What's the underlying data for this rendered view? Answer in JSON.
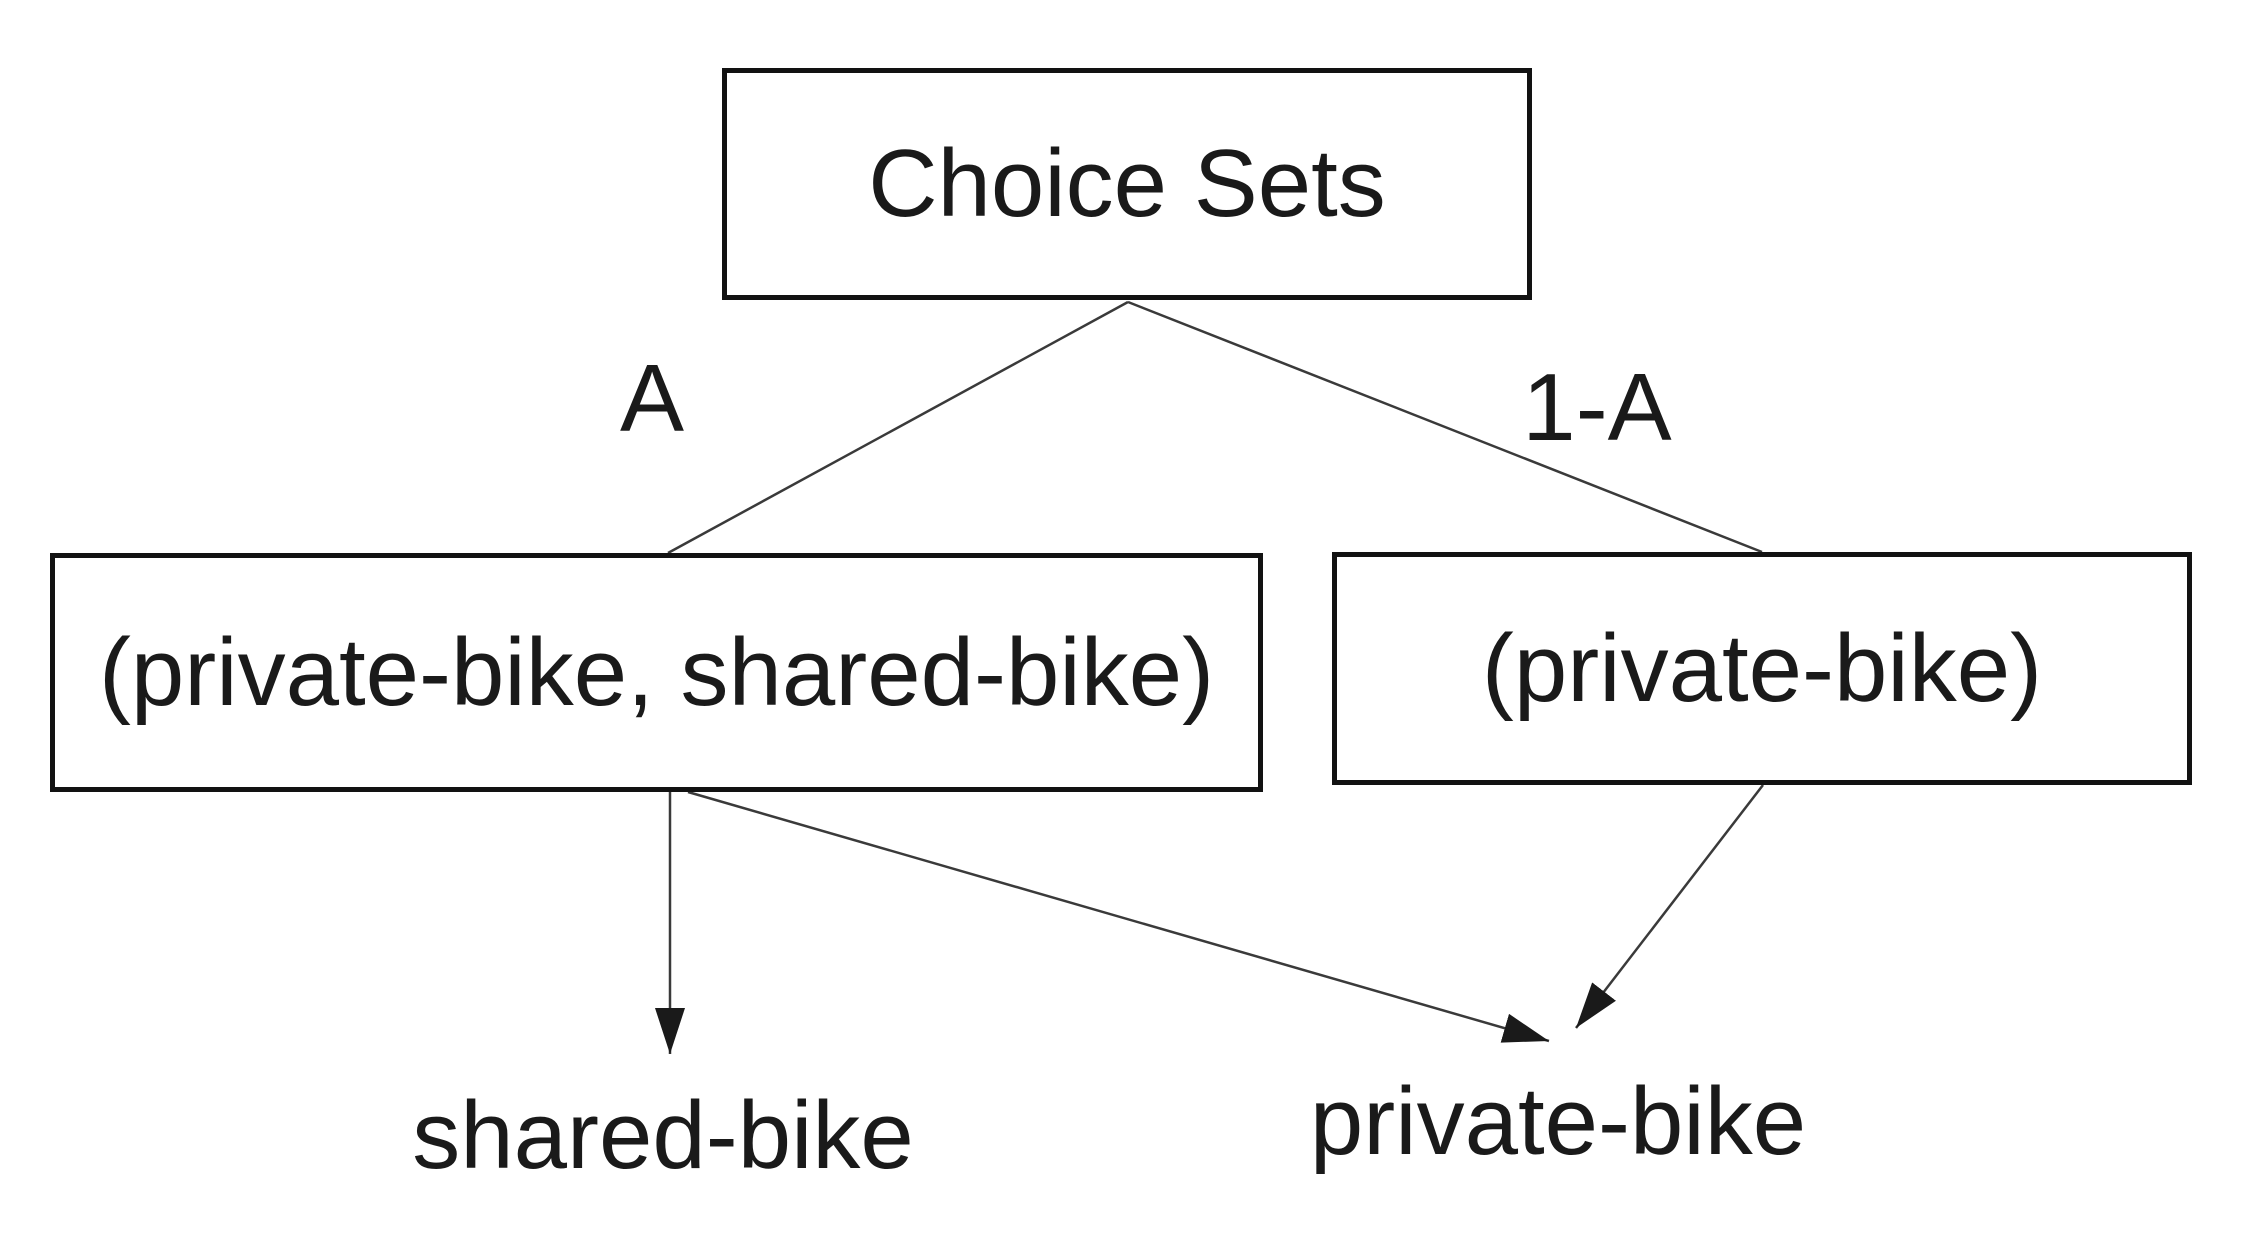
{
  "diagram": {
    "type": "decision-tree",
    "nodes": {
      "root": {
        "label": "Choice Sets"
      },
      "both_bikes": {
        "label": "(private-bike, shared-bike)"
      },
      "private_only": {
        "label": "(private-bike)"
      }
    },
    "leaves": {
      "shared_bike": {
        "label": "shared-bike"
      },
      "private_bike": {
        "label": "private-bike"
      }
    },
    "edge_labels": {
      "left_branch_probability": "A",
      "right_branch_probability": "1-A"
    },
    "edges": [
      {
        "from": "root",
        "to": "both_bikes",
        "label": "A",
        "arrow": false
      },
      {
        "from": "root",
        "to": "private_only",
        "label": "1-A",
        "arrow": false
      },
      {
        "from": "both_bikes",
        "to": "shared_bike",
        "arrow": true
      },
      {
        "from": "both_bikes",
        "to": "private_bike",
        "arrow": true
      },
      {
        "from": "private_only",
        "to": "private_bike",
        "arrow": true
      }
    ],
    "colors": {
      "background": "#ffffff",
      "box_border": "#121212",
      "text": "#1a1a1a",
      "line": "#3a3a3a",
      "arrowhead": "#1a1a1a"
    }
  }
}
